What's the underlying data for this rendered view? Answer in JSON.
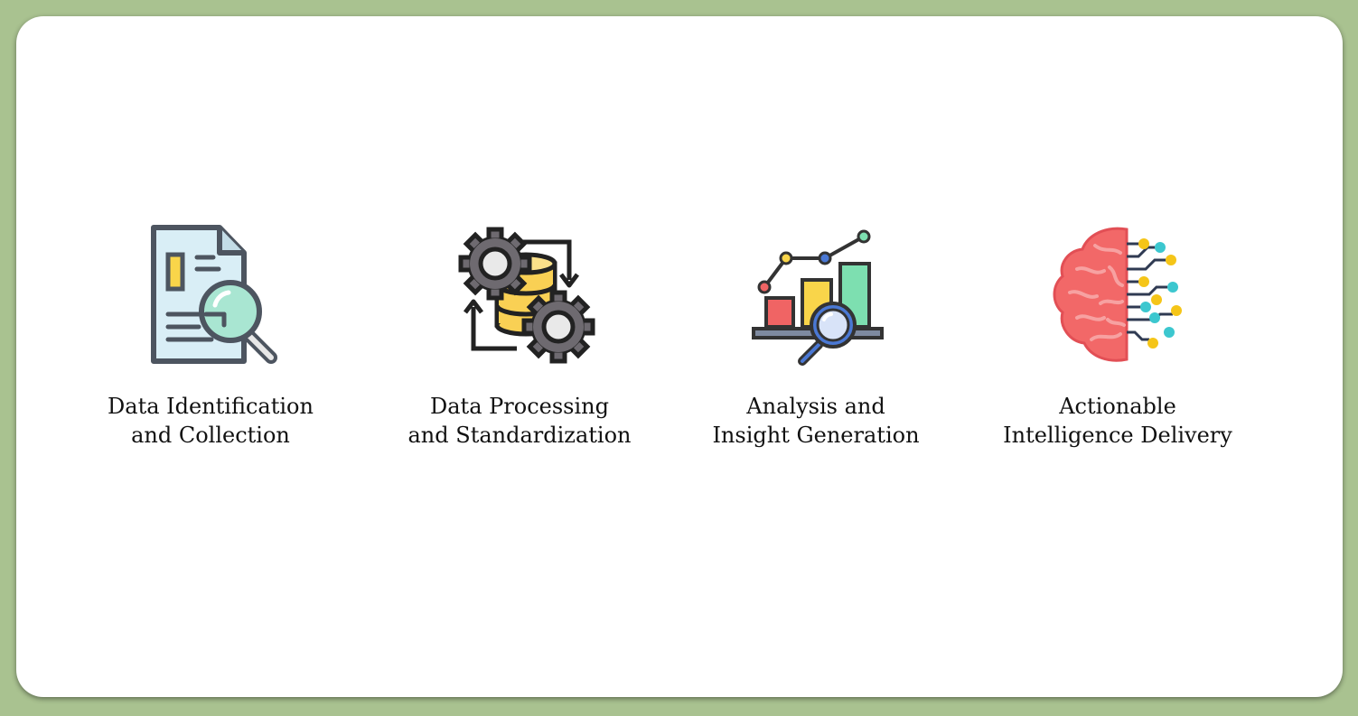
{
  "steps": [
    {
      "icon": "document-search-icon",
      "line1": "Data Identification",
      "line2": "and Collection"
    },
    {
      "icon": "database-gears-icon",
      "line1": "Data Processing",
      "line2": "and Standardization"
    },
    {
      "icon": "chart-analysis-icon",
      "line1": "Analysis and",
      "line2": "Insight Generation"
    },
    {
      "icon": "brain-circuit-icon",
      "line1": "Actionable",
      "line2": "Intelligence Delivery"
    }
  ],
  "colors": {
    "background": "#a9c290",
    "card": "#ffffff",
    "outline": "#4d5560",
    "red": "#f06464",
    "yellow": "#f9d54a",
    "green": "#7ddfb0",
    "teal": "#3cc7cf",
    "blue": "#4a78d4"
  }
}
